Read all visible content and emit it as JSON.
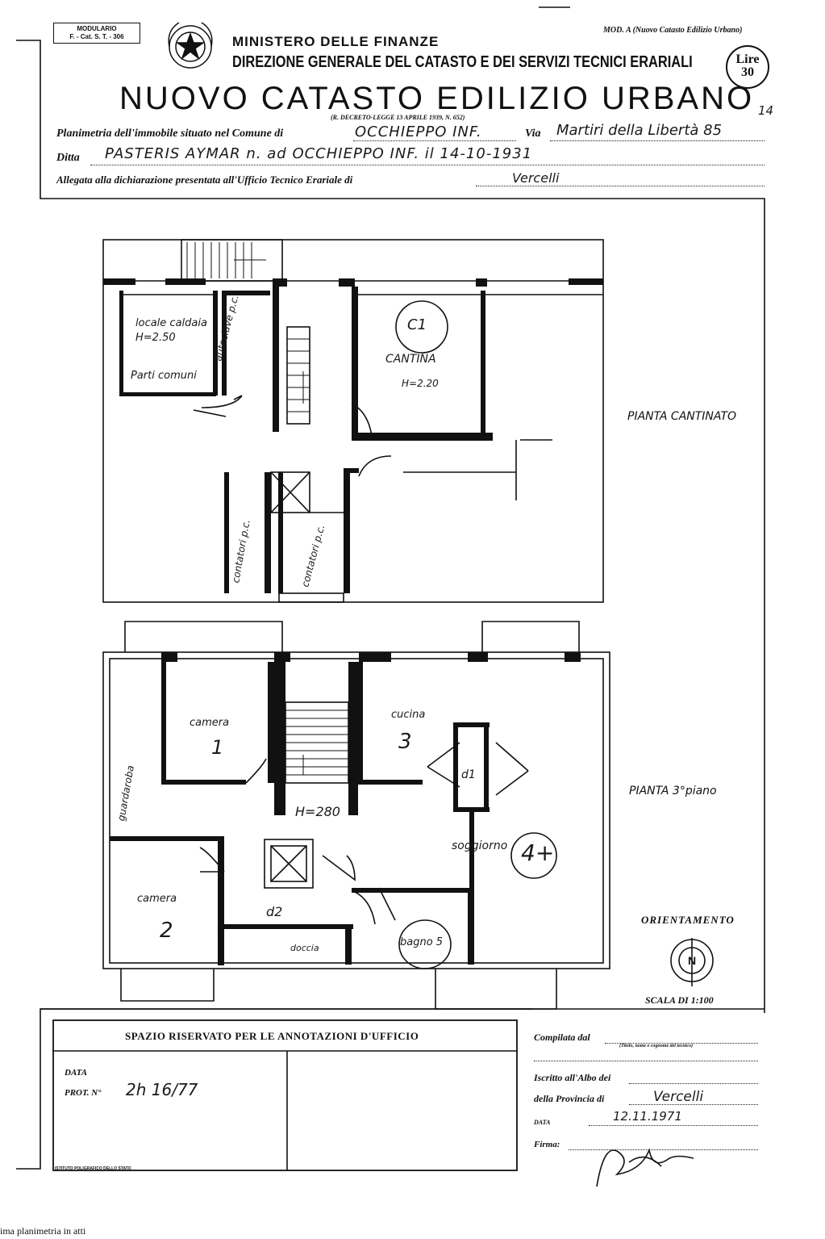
{
  "header": {
    "modulario_line1": "MODULARIO",
    "modulario_line2": "F. - Cat. S. T. - 306",
    "ministero": "MINISTERO DELLE FINANZE",
    "direzione": "DIREZIONE GENERALE DEL CATASTO E DEI SERVIZI TECNICI ERARIALI",
    "title": "NUOVO CATASTO EDILIZIO URBANO",
    "decreto": "(R. DECRETO-LEGGE 13 APRILE 1939, N. 652)",
    "modello": "MOD. A (Nuovo Catasto Edilizio Urbano)",
    "lire_label": "Lire",
    "lire_value": "30",
    "corner_number": "14"
  },
  "fields": {
    "planimetria_label": "Planimetria dell'immobile situato nel Comune di",
    "comune_value": "OCCHIEPPO INF.",
    "via_label": "Via",
    "via_value": "Martiri della Libertà 85",
    "ditta_label": "Ditta",
    "ditta_value": "PASTERIS AYMAR n. ad OCCHIEPPO INF. il 14-10-1931",
    "allegata_label": "Allegata alla dichiarazione presentata all'Ufficio Tecnico Erariale di",
    "ufficio_value": "Vercelli"
  },
  "plan_cantinato": {
    "label": "PIANTA CANTINATO",
    "rooms": {
      "caldaia": "locale caldaia H=2.50",
      "parti_comuni": "Parti comuni",
      "autoclave": "autoclave p.c.",
      "c1": "C1",
      "cantina": "CANTINA",
      "cantina_h": "H=2.20",
      "contatori_a": "contatori p.c.",
      "contatori_b": "contatori p.c."
    }
  },
  "plan_terzo": {
    "label": "PIANTA 3°piano",
    "rooms": {
      "camera1": "camera",
      "num1": "1",
      "cucina": "cucina",
      "num3": "3",
      "d1": "d1",
      "guardaroba": "guardaroba",
      "h280": "H=280",
      "soggiorno": "soggiorno",
      "num4": "4+",
      "camera2": "camera",
      "num2": "2",
      "d2": "d2",
      "doccia": "doccia",
      "bagno": "bagno 5"
    }
  },
  "orientamento": "ORIENTAMENTO",
  "orient_letter": "N",
  "scala": "SCALA DI 1:100",
  "annotazioni": {
    "title": "SPAZIO RISERVATO PER LE ANNOTAZIONI D'UFFICIO",
    "data_label": "DATA",
    "prot_label": "PROT. N°",
    "prot_value": "2h 16/77"
  },
  "compilata": {
    "compilata_label": "Compilata dal",
    "compilata_hint": "(Titolo, nome e cognome del tecnico)",
    "iscritto_label": "Iscritto all'Albo dei",
    "provincia_label": "della Provincia di",
    "provincia_value": "Vercelli",
    "data_label": "DATA",
    "data_value": "12.11.1971",
    "firma_label": "Firma:"
  },
  "istituto": "ISTITUTO POLIGRAFICO DELLO STATO",
  "footer": "ima planimetria in atti"
}
